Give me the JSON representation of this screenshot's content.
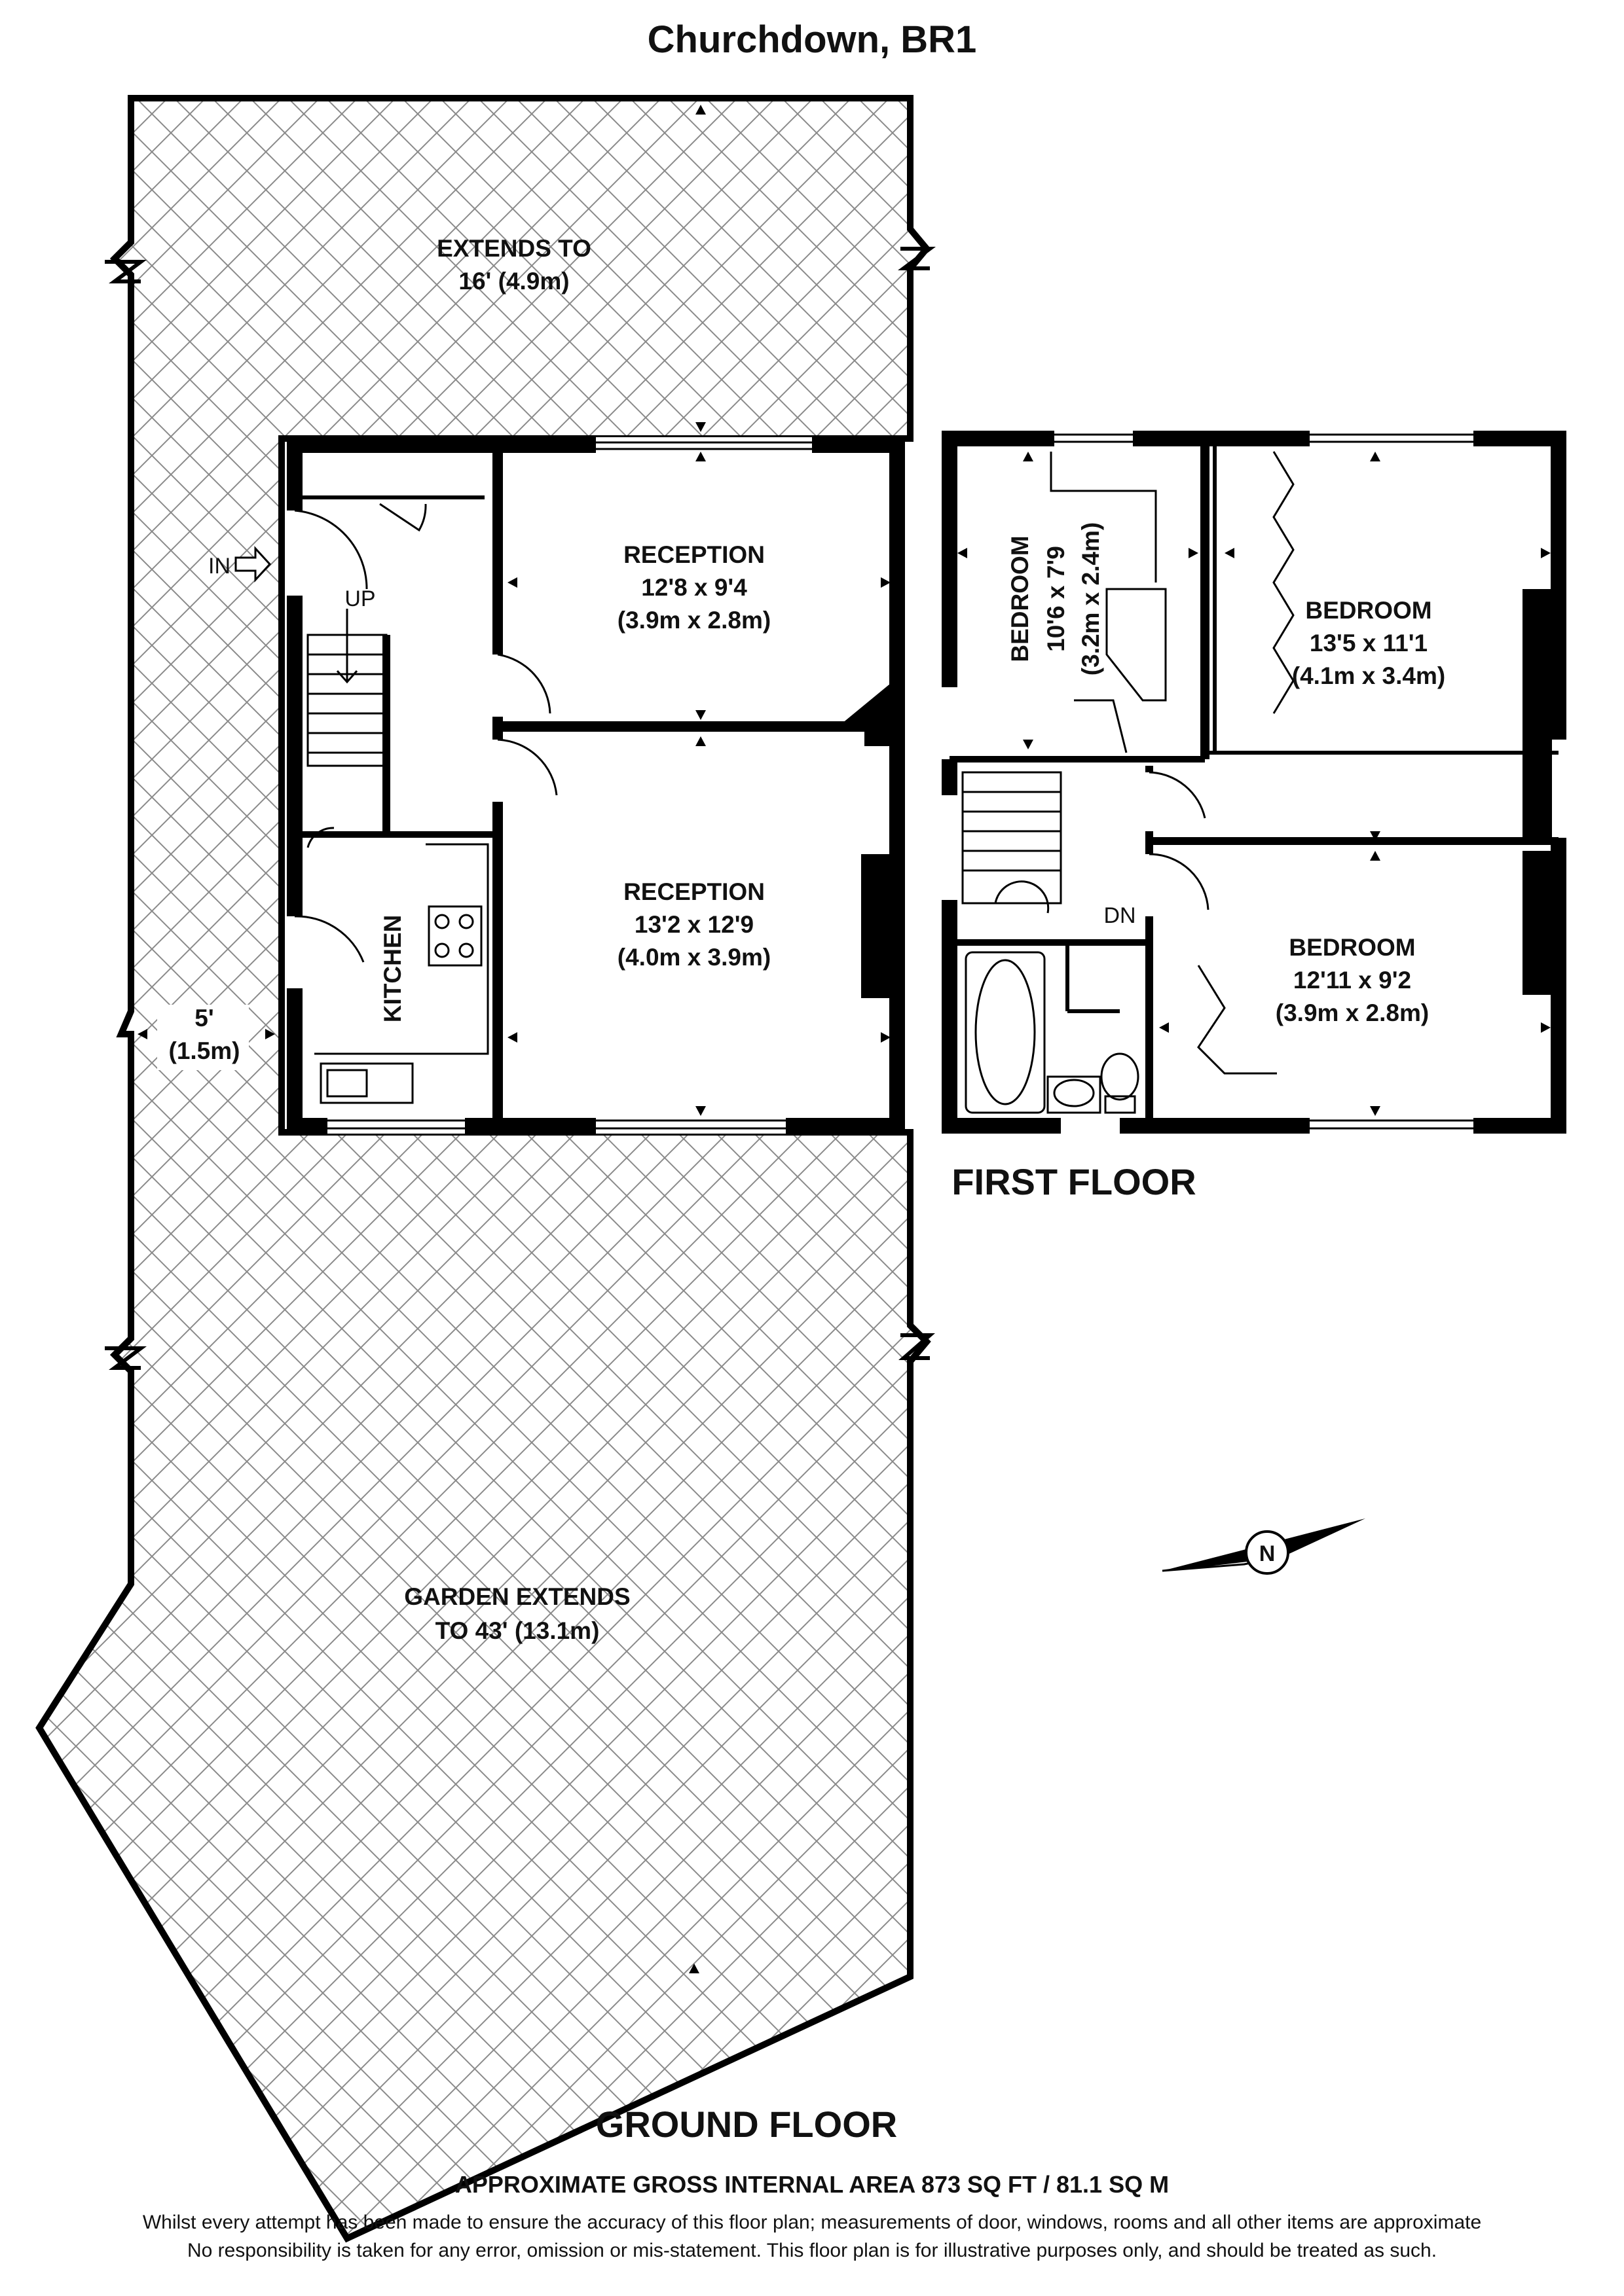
{
  "title": "Churchdown, BR1",
  "labels": {
    "entrance": "IN",
    "stairs_up": "UP",
    "stairs_down": "DN"
  },
  "ground_floor": {
    "label": "GROUND FLOOR",
    "rooms": [
      {
        "name": "RECEPTION",
        "imperial": "12'8 x 9'4",
        "metric": "(3.9m x 2.8m)"
      },
      {
        "name": "RECEPTION",
        "imperial": "13'2 x 12'9",
        "metric": "(4.0m x 3.9m)"
      },
      {
        "name": "KITCHEN"
      }
    ],
    "outdoor": [
      {
        "line1": "EXTENDS TO",
        "line2": "16' (4.9m)"
      },
      {
        "line1": "GARDEN EXTENDS",
        "line2": "TO 43' (13.1m)"
      },
      {
        "line1": "5'",
        "line2": "(1.5m)"
      }
    ]
  },
  "first_floor": {
    "label": "FIRST FLOOR",
    "rooms": [
      {
        "name": "BEDROOM",
        "imperial": "10'6 x 7'9",
        "metric": "(3.2m x 2.4m)"
      },
      {
        "name": "BEDROOM",
        "imperial": "13'5 x 11'1",
        "metric": "(4.1m x 3.4m)"
      },
      {
        "name": "BEDROOM",
        "imperial": "12'11 x 9'2",
        "metric": "(3.9m x 2.8m)"
      }
    ]
  },
  "compass": {
    "letter": "N"
  },
  "area_text": "APPROXIMATE GROSS INTERNAL AREA 873 SQ FT / 81.1 SQ M",
  "disclaimer": [
    "Whilst every attempt has been made to ensure the accuracy of this floor plan; measurements of door, windows, rooms and all other items are approximate",
    "No responsibility is taken for any error, omission or mis-statement. This floor plan is for illustrative purposes only, and should be treated as such."
  ],
  "colors": {
    "wall": "#000000",
    "hatch": "#8a8a8a",
    "text": "#111111"
  }
}
